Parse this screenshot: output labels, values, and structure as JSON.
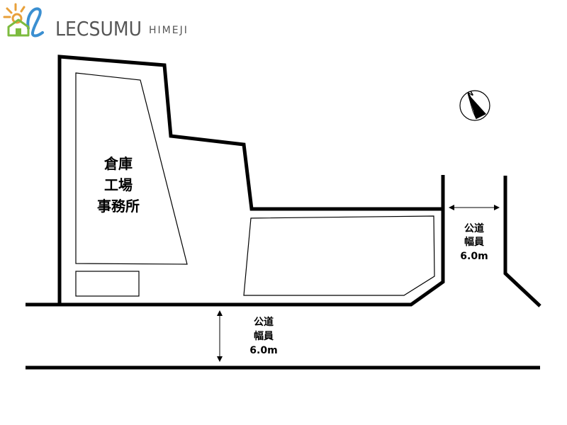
{
  "logo": {
    "brand": "LECSUMU",
    "area": "HIMEJI",
    "colors": {
      "brand": "#565656",
      "sun": "#e8a03a",
      "house_blue": "#3b8fd1",
      "house_green": "#7dbb3f"
    }
  },
  "building": {
    "label_lines": [
      "倉庫",
      "工場",
      "事務所"
    ]
  },
  "roads": {
    "bottom": {
      "lines": [
        "公道",
        "幅員",
        "6.0m"
      ]
    },
    "right": {
      "lines": [
        "公道",
        "幅員",
        "6.0m"
      ]
    }
  },
  "compass": {
    "letter": "N",
    "icon": "north-arrow-icon"
  },
  "colors": {
    "line": "#000000",
    "background": "#ffffff"
  }
}
